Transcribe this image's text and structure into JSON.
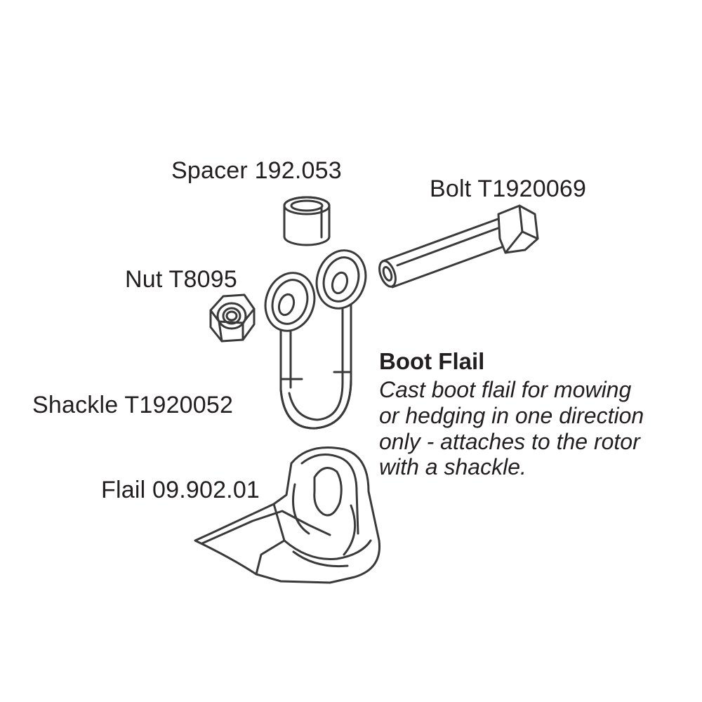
{
  "parts": {
    "spacer": "Spacer 192.053",
    "bolt": "Bolt T1920069",
    "nut": "Nut T8095",
    "shackle": "Shackle T1920052",
    "flail": "Flail 09.902.01"
  },
  "description": {
    "title": "Boot Flail",
    "lines": [
      "Cast boot flail for mowing",
      "or hedging in one direction",
      "only - attaches to the rotor",
      "with a shackle."
    ]
  },
  "colors": {
    "line": "#3a3a3a",
    "text": "#231f20",
    "background": "#ffffff"
  }
}
